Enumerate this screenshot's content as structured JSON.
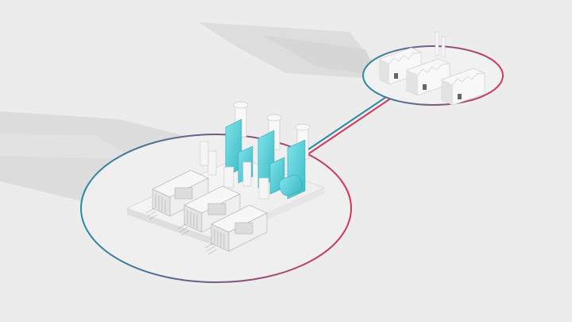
{
  "scene": {
    "description_kind": "isometric-illustration",
    "background_color": "#ececec",
    "ground_shadow_color": "#d9d9d9",
    "platform_color": "#f4f4f4",
    "equipment_color": "#f7f7f7",
    "equipment_edge_color": "#c9c9c9",
    "highlight_color": "#57d3dc",
    "highlight_dark_color": "#3bb9c4",
    "ring_gradient_start": "#2b8aa0",
    "ring_gradient_end": "#d6365a",
    "connector_color_a": "#2b8aa0",
    "connector_color_b": "#d6365a"
  },
  "elements": {
    "power_plant": {
      "icon": "power-plant-icon",
      "generator_units": 3,
      "turbine_stacks": 3
    },
    "factory": {
      "icon": "factory-icon",
      "sawtooth_buildings": 3,
      "chimneys": 2
    },
    "connection": {
      "icon": "power-line-icon"
    }
  }
}
